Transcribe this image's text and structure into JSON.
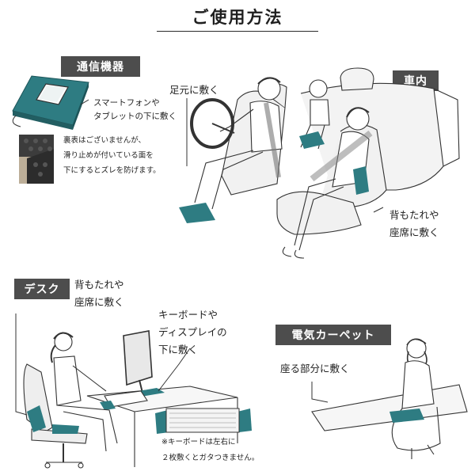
{
  "title": "ご使用方法",
  "sections": {
    "devices": {
      "tag": "通信機器",
      "caption_1": "スマートフォンや",
      "caption_2": "タブレットの下に敷く",
      "note_1": "裏表はございませんが、",
      "note_2": "滑り止めが付いている面を",
      "note_3": "下にするとズレを防げます。"
    },
    "car": {
      "tag": "車内",
      "caption_foot": "足元に敷く",
      "caption_back_1": "背もたれや",
      "caption_back_2": "座席に敷く"
    },
    "desk": {
      "tag": "デスク",
      "caption_back_1": "背もたれや",
      "caption_back_2": "座席に敷く",
      "caption_kb_1": "キーボードや",
      "caption_kb_2": "ディスプレイの",
      "caption_kb_3": "下に敷く",
      "note_1": "※キーボードは左右に",
      "note_2": "２枚敷くとガタつきません。"
    },
    "carpet": {
      "tag": "電気カーペット",
      "caption": "座る部分に敷く"
    }
  },
  "colors": {
    "accent": "#2e7c82",
    "tag_bg": "#4d4d4d",
    "line": "#2a2a2a"
  }
}
